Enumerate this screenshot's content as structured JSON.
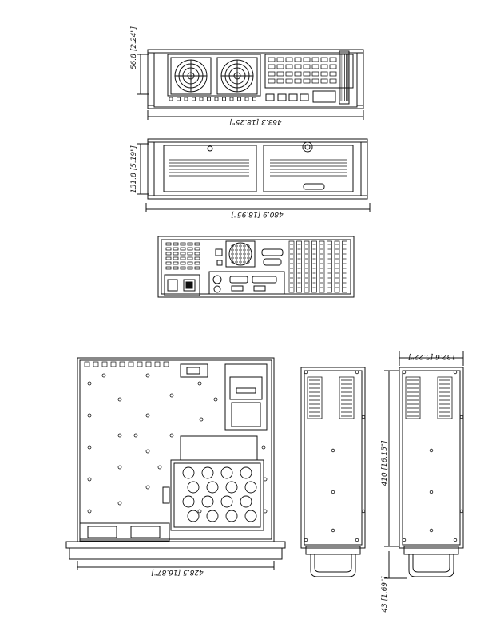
{
  "dimensions": {
    "front_height": "56.8 [2.24\"]",
    "front_width": "463.3 [18.25\"]",
    "bezel_height": "131.8 [5.19\"]",
    "bezel_width": "480.9 [18.95\"]",
    "top_width": "428.5 [16.87\"]",
    "side_depth": "410 [16.15\"]",
    "side_width": "132.6 [5.22\"]",
    "handle_depth": "43 [1.69\"]"
  },
  "colors": {
    "line": "#111111",
    "paper": "#ffffff"
  }
}
